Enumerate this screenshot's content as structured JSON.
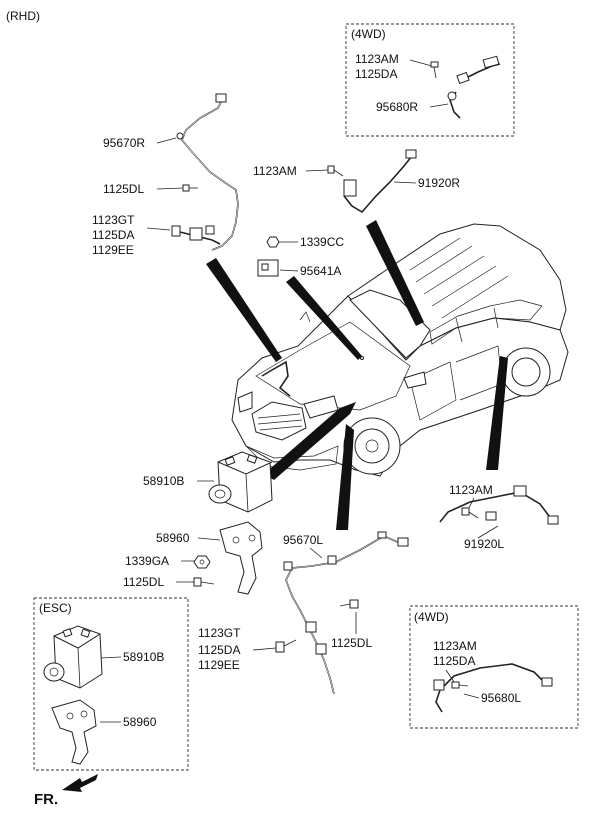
{
  "header": {
    "rhd": "(RHD)"
  },
  "footer": {
    "fr": "FR."
  },
  "boxes": {
    "top_4wd": {
      "title": "(4WD)",
      "labels": [
        "1123AM",
        "1125DA",
        "95680R"
      ]
    },
    "bottom_4wd": {
      "title": "(4WD)",
      "labels": [
        "1123AM",
        "1125DA",
        "95680L"
      ]
    },
    "esc": {
      "title": "(ESC)",
      "labels": [
        "58910B",
        "58960"
      ]
    }
  },
  "labels": {
    "p95670R": "95670R",
    "p1125DL_top": "1125DL",
    "p1123GT_top": "1123GT",
    "p1125DA_top": "1125DA",
    "p1129EE_top": "1129EE",
    "p1123AM_top": "1123AM",
    "p91920R": "91920R",
    "p1339CC": "1339CC",
    "p95641A": "95641A",
    "p58910B": "58910B",
    "p58960": "58960",
    "p1339GA": "1339GA",
    "p1125DL_mid": "1125DL",
    "p95670L": "95670L",
    "p1123GT_bot": "1123GT",
    "p1125DA_bot": "1125DA",
    "p1129EE_bot": "1129EE",
    "p1125DL_bot": "1125DL",
    "p1123AM_right": "1123AM",
    "p91920L": "91920L"
  }
}
